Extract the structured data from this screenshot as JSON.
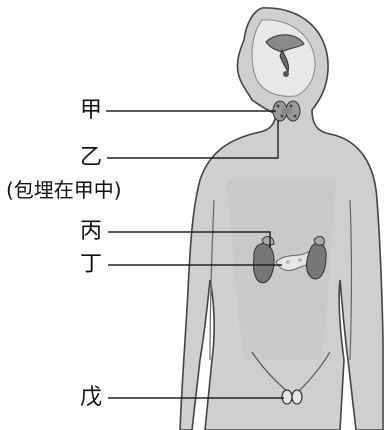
{
  "labels": {
    "jia": "甲",
    "yi": "乙",
    "yi_note": "(包埋在甲中)",
    "bing": "丙",
    "ding": "丁",
    "wu": "戊"
  },
  "colors": {
    "body_fill": "#cfcfcf",
    "body_shade": "#b3b3b3",
    "outline": "#444444",
    "organ_dark": "#777777",
    "organ_light": "#e6e6e6",
    "leader": "#222222"
  }
}
